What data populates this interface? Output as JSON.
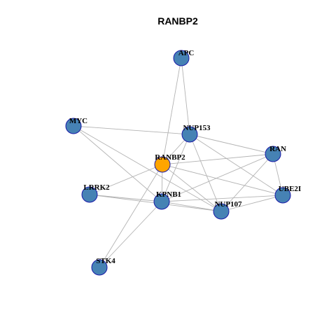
{
  "title": "RANBP2",
  "colors": {
    "hub": "#FFA500",
    "node": "#4682B4",
    "node_border": "#1A1AA8",
    "edge": "#B3B3B3"
  },
  "nodes": [
    {
      "id": "APC",
      "label": "APC",
      "hub": false
    },
    {
      "id": "MYC",
      "label": "MYC",
      "hub": false
    },
    {
      "id": "NUP153",
      "label": "NUP153",
      "hub": false
    },
    {
      "id": "RAN",
      "label": "RAN",
      "hub": false
    },
    {
      "id": "RANBP2",
      "label": "RANBP2",
      "hub": true
    },
    {
      "id": "LRRK2",
      "label": "LRRK2",
      "hub": false
    },
    {
      "id": "UBE2I",
      "label": "UBE2I",
      "hub": false
    },
    {
      "id": "KPNB1",
      "label": "KPNB1",
      "hub": false
    },
    {
      "id": "NUP107",
      "label": "NUP107",
      "hub": false
    },
    {
      "id": "STK4",
      "label": "STK4",
      "hub": false
    }
  ],
  "edges": [
    [
      "APC",
      "RANBP2"
    ],
    [
      "APC",
      "NUP153"
    ],
    [
      "MYC",
      "NUP153"
    ],
    [
      "MYC",
      "KPNB1"
    ],
    [
      "MYC",
      "NUP107"
    ],
    [
      "NUP153",
      "RANBP2"
    ],
    [
      "NUP153",
      "RAN"
    ],
    [
      "NUP153",
      "UBE2I"
    ],
    [
      "NUP153",
      "NUP107"
    ],
    [
      "NUP153",
      "KPNB1"
    ],
    [
      "RANBP2",
      "RAN"
    ],
    [
      "RANBP2",
      "LRRK2"
    ],
    [
      "RANBP2",
      "KPNB1"
    ],
    [
      "RANBP2",
      "UBE2I"
    ],
    [
      "RANBP2",
      "NUP107"
    ],
    [
      "RANBP2",
      "STK4"
    ],
    [
      "RAN",
      "KPNB1"
    ],
    [
      "RAN",
      "UBE2I"
    ],
    [
      "RAN",
      "NUP107"
    ],
    [
      "LRRK2",
      "KPNB1"
    ],
    [
      "LRRK2",
      "NUP107"
    ],
    [
      "KPNB1",
      "UBE2I"
    ],
    [
      "KPNB1",
      "NUP107"
    ],
    [
      "KPNB1",
      "STK4"
    ],
    [
      "NUP107",
      "UBE2I"
    ]
  ]
}
